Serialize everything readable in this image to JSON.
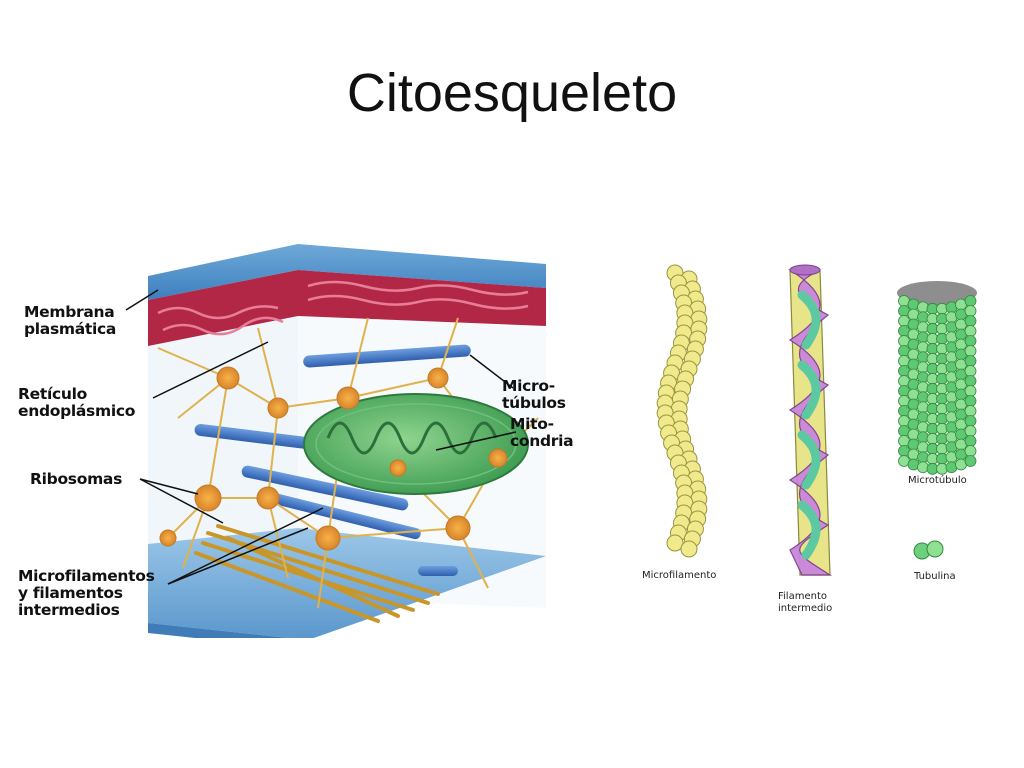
{
  "slide": {
    "title": "Citoesqueleto"
  },
  "cell_diagram": {
    "labels": {
      "membrana": "Membrana\nplasmática",
      "reticulo": "Retículo\nendoplásmico",
      "ribosomas": "Ribosomas",
      "filamentos": "Microfilamentos\ny filamentos\nintermedios",
      "microtubulos": "Micro-\ntúbulos",
      "mitocondria": "Mito-\ncondria"
    }
  },
  "filament_diagram": {
    "labels": {
      "microfilamento": "Microfilamento",
      "filamento_intermedio": "Filamento\nintermedio",
      "microtubulo": "Microtúbulo",
      "tubulina": "Tubulina"
    }
  }
}
